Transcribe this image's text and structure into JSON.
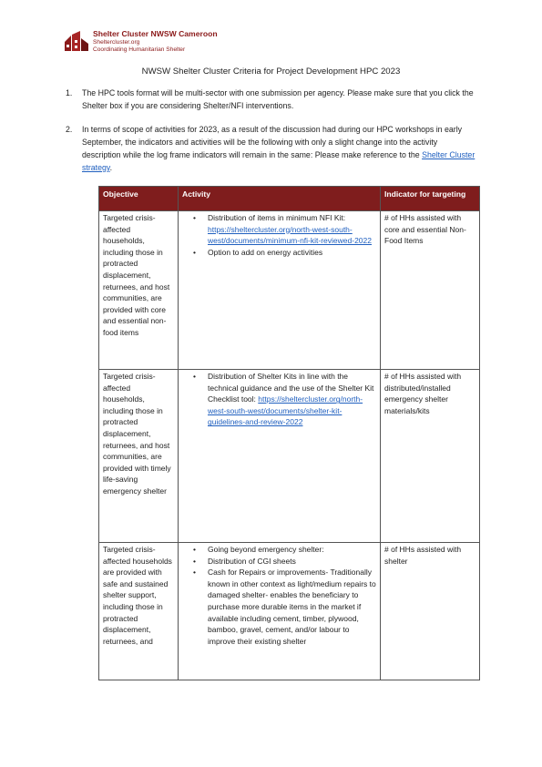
{
  "header": {
    "org_name": "Shelter Cluster NWSW Cameroon",
    "org_site": "Sheltercluster.org",
    "org_tagline": "Coordinating Humanitarian Shelter",
    "logo_color": "#8b1a1a"
  },
  "title": "NWSW Shelter Cluster Criteria for Project Development HPC 2023",
  "paragraphs": [
    {
      "number": "1.",
      "text": "The HPC tools format will be multi-sector with one submission per agency. Please make sure that you click the Shelter box if you are considering Shelter/NFI interventions."
    },
    {
      "number": "2.",
      "text_before_link": "In terms of scope of activities for 2023, as a result of the discussion had during our HPC workshops in early September, the indicators and activities will be the following with only a slight change into the activity description while the log frame indicators will remain in the same: Please make reference to the ",
      "link_text": "Shelter Cluster strategy",
      "text_after_link": "."
    }
  ],
  "table": {
    "header_color": "#7f1d1d",
    "headers": [
      "Objective",
      "Activity",
      "Indicator for targeting"
    ],
    "rows": [
      {
        "objective": "Targeted crisis-affected households, including those in protracted displacement, returnees, and host communities, are provided with core and essential non-food items",
        "activities": [
          {
            "text": "Distribution of items in minimum NFI Kit: ",
            "link": "https://sheltercluster.org/north-west-south-west/documents/minimum-nfi-kit-reviewed-2022"
          },
          {
            "text": "Option to add on energy activities",
            "link": ""
          }
        ],
        "indicator": "# of HHs assisted with core and essential Non-Food Items"
      },
      {
        "objective": "Targeted crisis-affected households, including those in protracted displacement, returnees, and host communities, are provided with timely life-saving emergency shelter",
        "activities": [
          {
            "text": "Distribution of Shelter Kits in line with the technical guidance and the use of the Shelter Kit Checklist tool: ",
            "link": "https://sheltercluster.org/north-west-south-west/documents/shelter-kit-guidelines-and-review-2022"
          }
        ],
        "indicator": "# of HHs assisted with distributed/installed emergency shelter materials/kits"
      },
      {
        "objective": "Targeted crisis-affected households are provided with safe and sustained shelter support, including those in protracted displacement, returnees, and",
        "activities": [
          {
            "text": "Going beyond emergency shelter:",
            "link": ""
          },
          {
            "text": "Distribution of CGI sheets",
            "link": ""
          },
          {
            "text": "Cash for Repairs or improvements- Traditionally known in other context as light/medium repairs to damaged shelter- enables the beneficiary to purchase more durable items in the market if available including cement, timber, plywood, bamboo, gravel, cement, and/or labour to improve their existing shelter",
            "link": ""
          }
        ],
        "indicator": "# of HHs assisted with shelter"
      }
    ]
  }
}
